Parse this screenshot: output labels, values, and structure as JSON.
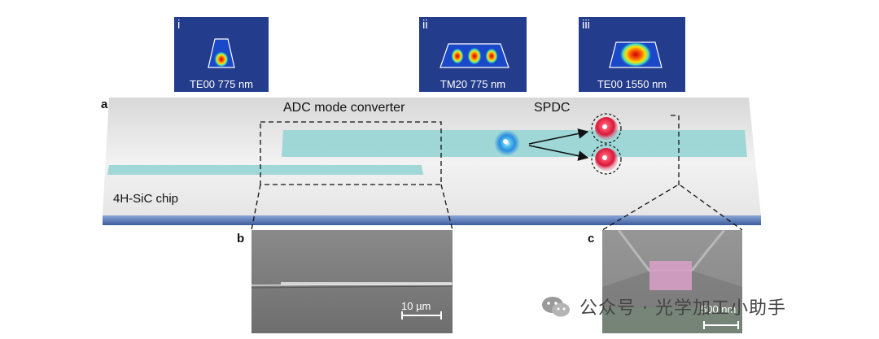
{
  "panels": {
    "a": "a",
    "b": "b",
    "c": "c"
  },
  "modes": [
    {
      "numeral": "i",
      "caption": "TE00 775 nm"
    },
    {
      "numeral": "ii",
      "caption": "TM20 775 nm"
    },
    {
      "numeral": "iii",
      "caption": "TE00 1550 nm"
    }
  ],
  "diagram": {
    "adc_label": "ADC mode converter",
    "spdc_label": "SPDC",
    "chip_label": "4H-SiC chip"
  },
  "sem": {
    "b_scale": "10 µm",
    "c_scale": "500 nm"
  },
  "watermark": {
    "text": "公众号 · 光学加工小助手"
  },
  "colors": {
    "mode_bg": "#243c8c",
    "waveguide": "#9bd6d6",
    "chip_top": "#e4e4e4",
    "substrate": "#5878b4",
    "pump_photon": "#2a9ee0",
    "signal_photon": "#d81c3c",
    "pink_region": "#d9a0c8"
  }
}
